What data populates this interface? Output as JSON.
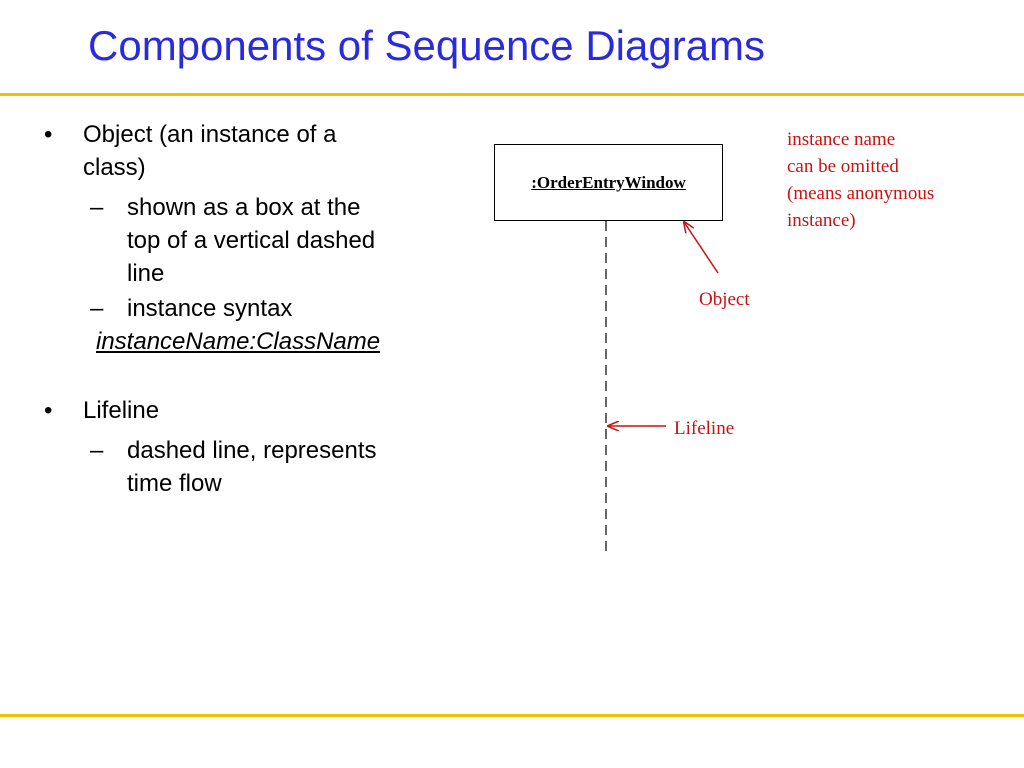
{
  "slide": {
    "title": "Components of Sequence Diagrams",
    "accent_color": "#f2c200",
    "title_color": "#2b2bdc",
    "annotation_color": "#cc1111"
  },
  "bullets": {
    "bullet_char": "•",
    "dash_char": "–",
    "item1": {
      "text_line1": "Object (an instance of a",
      "text_line2": "class)",
      "sub1_line1": "shown as a box at the",
      "sub1_line2": "top of a vertical dashed",
      "sub1_line3": "line",
      "sub2": "instance syntax",
      "syntax": "instanceName:ClassName"
    },
    "item2": {
      "text": "Lifeline",
      "sub1_line1": "dashed line, represents",
      "sub1_line2": "time flow"
    }
  },
  "diagram": {
    "object_name": ":OrderEntryWindow",
    "note_instance": [
      "instance name",
      "can be omitted",
      "(means anonymous",
      "instance)"
    ],
    "label_object": "Object",
    "label_lifeline": "Lifeline"
  }
}
